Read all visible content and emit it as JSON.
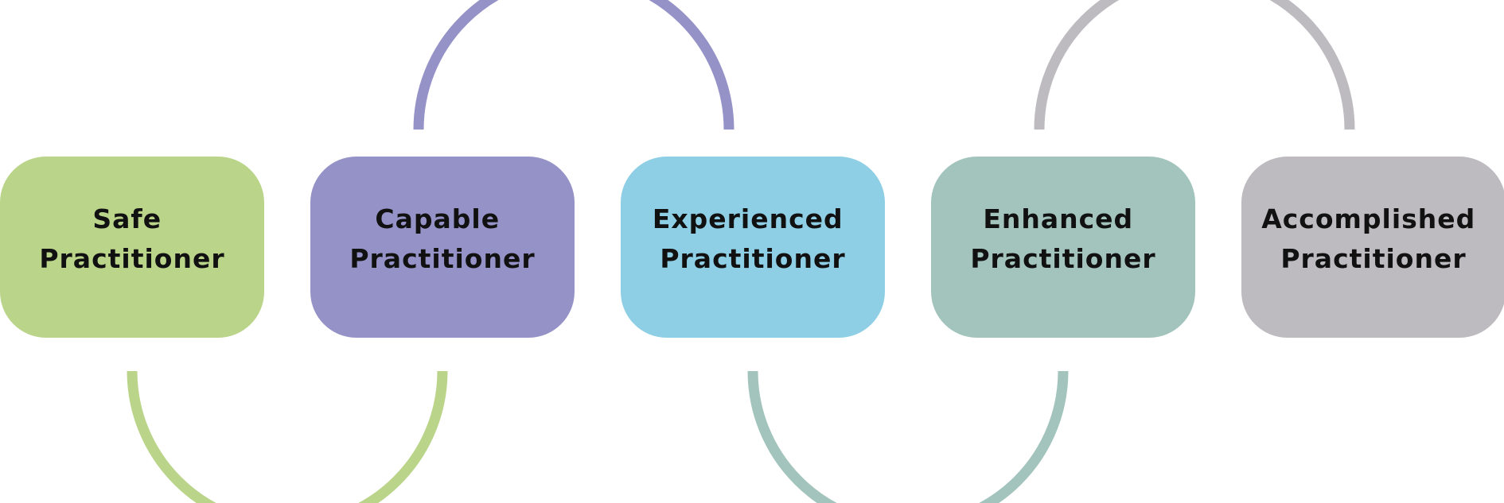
{
  "diagram": {
    "stages": [
      {
        "line1": "Safe",
        "line2": "Practitioner",
        "color": "#bad48a"
      },
      {
        "line1": "Capable",
        "line2": "Practitioner",
        "color": "#9592c7"
      },
      {
        "line1": "Experienced",
        "line2": "Practitioner",
        "color": "#8ecfe6"
      },
      {
        "line1": "Enhanced",
        "line2": "Practitioner",
        "color": "#a3c4bc"
      },
      {
        "line1": "Accomplished",
        "line2": "Practitioner",
        "color": "#bdbbc0"
      }
    ],
    "connectors": [
      {
        "from": 0,
        "to": 1,
        "side": "bottom",
        "color": "#bad48a"
      },
      {
        "from": 1,
        "to": 2,
        "side": "top",
        "color": "#9592c7"
      },
      {
        "from": 2,
        "to": 3,
        "side": "bottom",
        "color": "#a3c4bc"
      },
      {
        "from": 3,
        "to": 4,
        "side": "top",
        "color": "#bdbbc0"
      }
    ]
  }
}
